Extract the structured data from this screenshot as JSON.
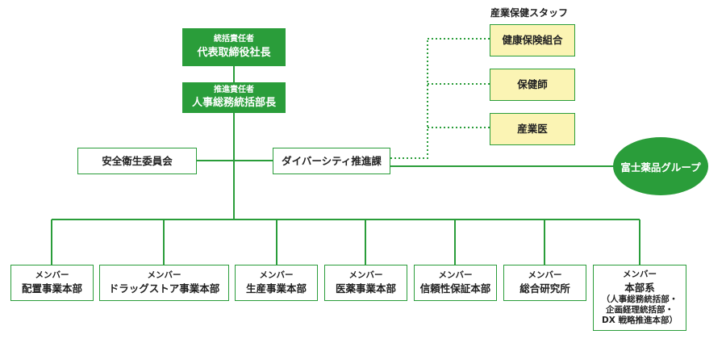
{
  "executives": {
    "top": {
      "role": "統括責任者",
      "title": "代表取締役社長"
    },
    "promotion": {
      "role": "推進責任者",
      "title": "人事総務統括部長"
    }
  },
  "committee": {
    "label": "安全衛生委員会"
  },
  "diversity": {
    "label": "ダイバーシティ推進課"
  },
  "group": {
    "label": "富士薬品グループ"
  },
  "staff": {
    "heading": "産業保健スタッフ",
    "items": [
      {
        "label": "健康保険組合"
      },
      {
        "label": "保健師"
      },
      {
        "label": "産業医"
      }
    ]
  },
  "members": [
    {
      "tag": "メンバー",
      "name": "配置事業本部"
    },
    {
      "tag": "メンバー",
      "name": "ドラッグストア事業本部"
    },
    {
      "tag": "メンバー",
      "name": "生産事業本部"
    },
    {
      "tag": "メンバー",
      "name": "医薬事業本部"
    },
    {
      "tag": "メンバー",
      "name": "信頼性保証本部"
    },
    {
      "tag": "メンバー",
      "name": "総合研究所"
    },
    {
      "tag": "メンバー",
      "name": "本部系",
      "sub1": "（人事総務統括部・",
      "sub2": "企画経理統括部・",
      "sub3": "DX 戦略推進本部）"
    }
  ],
  "colors": {
    "green": "#2a9d3a",
    "staff_fill": "#fbf4b4"
  }
}
